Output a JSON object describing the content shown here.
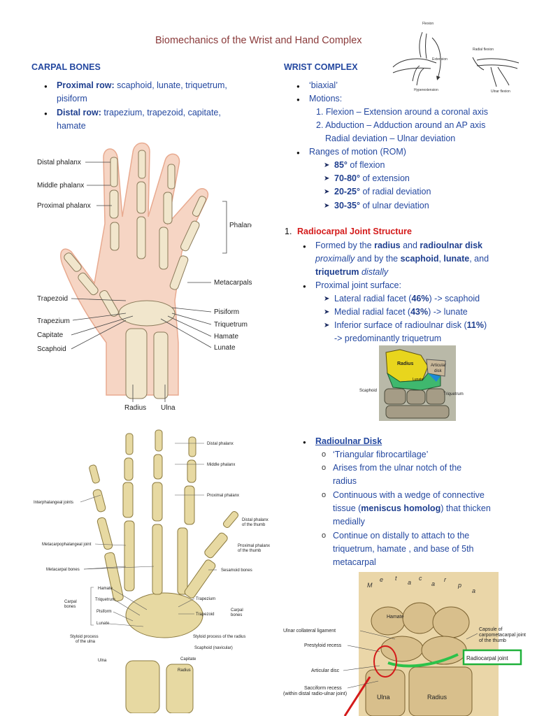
{
  "title": "Biomechanics of the Wrist and Hand Complex",
  "carpal": {
    "heading": "CARPAL BONES",
    "proximal_label": "Proximal row:",
    "proximal_text": "scaphoid, lunate, triquetrum,",
    "proximal_text2": "pisiform",
    "distal_label": "Distal row:",
    "distal_text": "trapezium, trapezoid, capitate,",
    "distal_text2": "hamate"
  },
  "wrist": {
    "heading": "WRIST COMPLEX",
    "b1": "‘biaxial’",
    "b2": "Motions:",
    "m1": "1. Flexion – Extension around a coronal axis",
    "m2": "2. Abduction – Adduction around an AP axis",
    "m2b": "Radial deviation – Ulnar deviation",
    "b3": "Ranges of motion (ROM)",
    "rom": [
      {
        "v": "85°",
        "t": " of flexion"
      },
      {
        "v": "70-80°",
        "t": " of extension"
      },
      {
        "v": "20-25°",
        "t": " of radial deviation"
      },
      {
        "v": "30-35°",
        "t": " of ulnar deviation"
      }
    ]
  },
  "radiocarpal": {
    "num": "1.",
    "heading": "Radiocarpal Joint Structure",
    "l1a": "Formed by the ",
    "l1b": "radius",
    "l1c": " and ",
    "l1d": "radioulnar disk",
    "l2a": "proximally",
    "l2b": " and by the ",
    "l2c": "scaphoid",
    "l2d": ", ",
    "l2e": "lunate",
    "l2f": ", and",
    "l3a": "triquetrum",
    "l3b": " distally",
    "surface": "Proximal joint surface:",
    "s1a": "Lateral radial facet (",
    "s1b": "46%",
    "s1c": ") -> scaphoid",
    "s2a": "Medial radial facet (",
    "s2b": "43%",
    "s2c": ") -> lunate",
    "s3a": "Inferior surface of radioulnar disk (",
    "s3b": "11%",
    "s3c": ")",
    "s3d": "-> predominantly triquetrum"
  },
  "disk": {
    "heading": "Radioulnar Disk",
    "i1": "‘Triangular fibrocartilage’",
    "i2a": "Arises from the ulnar notch of the",
    "i2b": "radius",
    "i3a": "Continuous with a wedge of connective",
    "i3b": "tissue (",
    "i3c": "meniscus homolog",
    "i3d": ") that thicken",
    "i3e": "medially",
    "i4a": "Continue on distally to attach to the",
    "i4b": "triquetrum, hamate , and base of 5th",
    "i4c": "metacarpal"
  },
  "fig_hand": {
    "distal_phalanx": "Distal phalanx",
    "middle_phalanx": "Middle phalanx",
    "proximal_phalanx": "Proximal phalanx",
    "phalanges": "Phalanges",
    "metacarpals": "Metacarpals",
    "trapezoid": "Trapezoid",
    "trapezium": "Trapezium",
    "capitate": "Capitate",
    "scaphoid": "Scaphoid",
    "pisiform": "Pisiform",
    "triquetrum": "Triquetrum",
    "hamate": "Hamate",
    "lunate": "Lunate",
    "radius": "Radius",
    "ulna": "Ulna"
  },
  "fig_motion": {
    "flexion": "Flexion",
    "extension": "Extension",
    "hyperextension": "Hyperextension",
    "radial_flexion": "Radial flexion",
    "ulnar_flexion": "Ulnar flexion"
  },
  "fig_rc": {
    "radius": "Radius",
    "articular": "Articular",
    "disk": "disk",
    "lunate": "Lunate",
    "scaphoid": "Scaphoid",
    "triquetrum": "Triquetrum"
  },
  "fig_skel": {
    "distal_phalanx": "Distal phalanx",
    "middle_phalanx": "Middle phalanx",
    "proximal_phalanx": "Proximal phalanx",
    "interphalangeal": "Interphalangeal joints",
    "distal_thumb1": "Distal phalanx",
    "distal_thumb2": "of the thumb",
    "prox_thumb1": "Proximal phalanx",
    "prox_thumb2": "of the thumb",
    "mcp": "Metacarpophalangeal joint",
    "sesamoid": "Sesamoid bones",
    "metacarpal_bones": "Metacarpal bones",
    "hamate": "Hamate",
    "triquetrum": "Triquetrum",
    "pisiform": "Pisiform",
    "lunate": "Lunate",
    "carpal1": "Carpal",
    "carpal2": "bones",
    "trapezium": "Trapezium",
    "trapezoid": "Trapezoid",
    "carpal_r1": "Carpal",
    "carpal_r2": "bones",
    "styloid_ulna1": "Styloid process",
    "styloid_ulna2": "of the ulna",
    "styloid_radius": "Styloid process of the radius",
    "scaphoid": "Scaphoid (navicular)",
    "capitate": "Capitate",
    "ulna": "Ulna",
    "radius": "Radius"
  },
  "fig_section": {
    "ulnar_collateral": "Ulnar collateral ligament",
    "prestyloid": "Prestyloid recess",
    "articular_disc": "Articular disc",
    "sacciform1": "Sacciform recess",
    "sacciform2": "(within distal radio-ulnar joint)",
    "capsule1": "Capsule of",
    "capsule2": "carpometacarpal joint",
    "capsule3": "of the thumb",
    "radiocarpal_joint": "Radiocarpal joint",
    "ulna": "Ulna",
    "radius": "Radius",
    "hamate": "Hamate",
    "metacarpal_letters": [
      "M",
      "e",
      "t",
      "a",
      "c",
      "a",
      "r",
      "p",
      "a"
    ]
  },
  "colors": {
    "title": "#8a3a3a",
    "text": "#2448a0",
    "accent_red": "#d41a1a",
    "bone": "#efe3c7",
    "skin": "#f3c9b4",
    "radiocarpal_box": "#1fb13a"
  }
}
